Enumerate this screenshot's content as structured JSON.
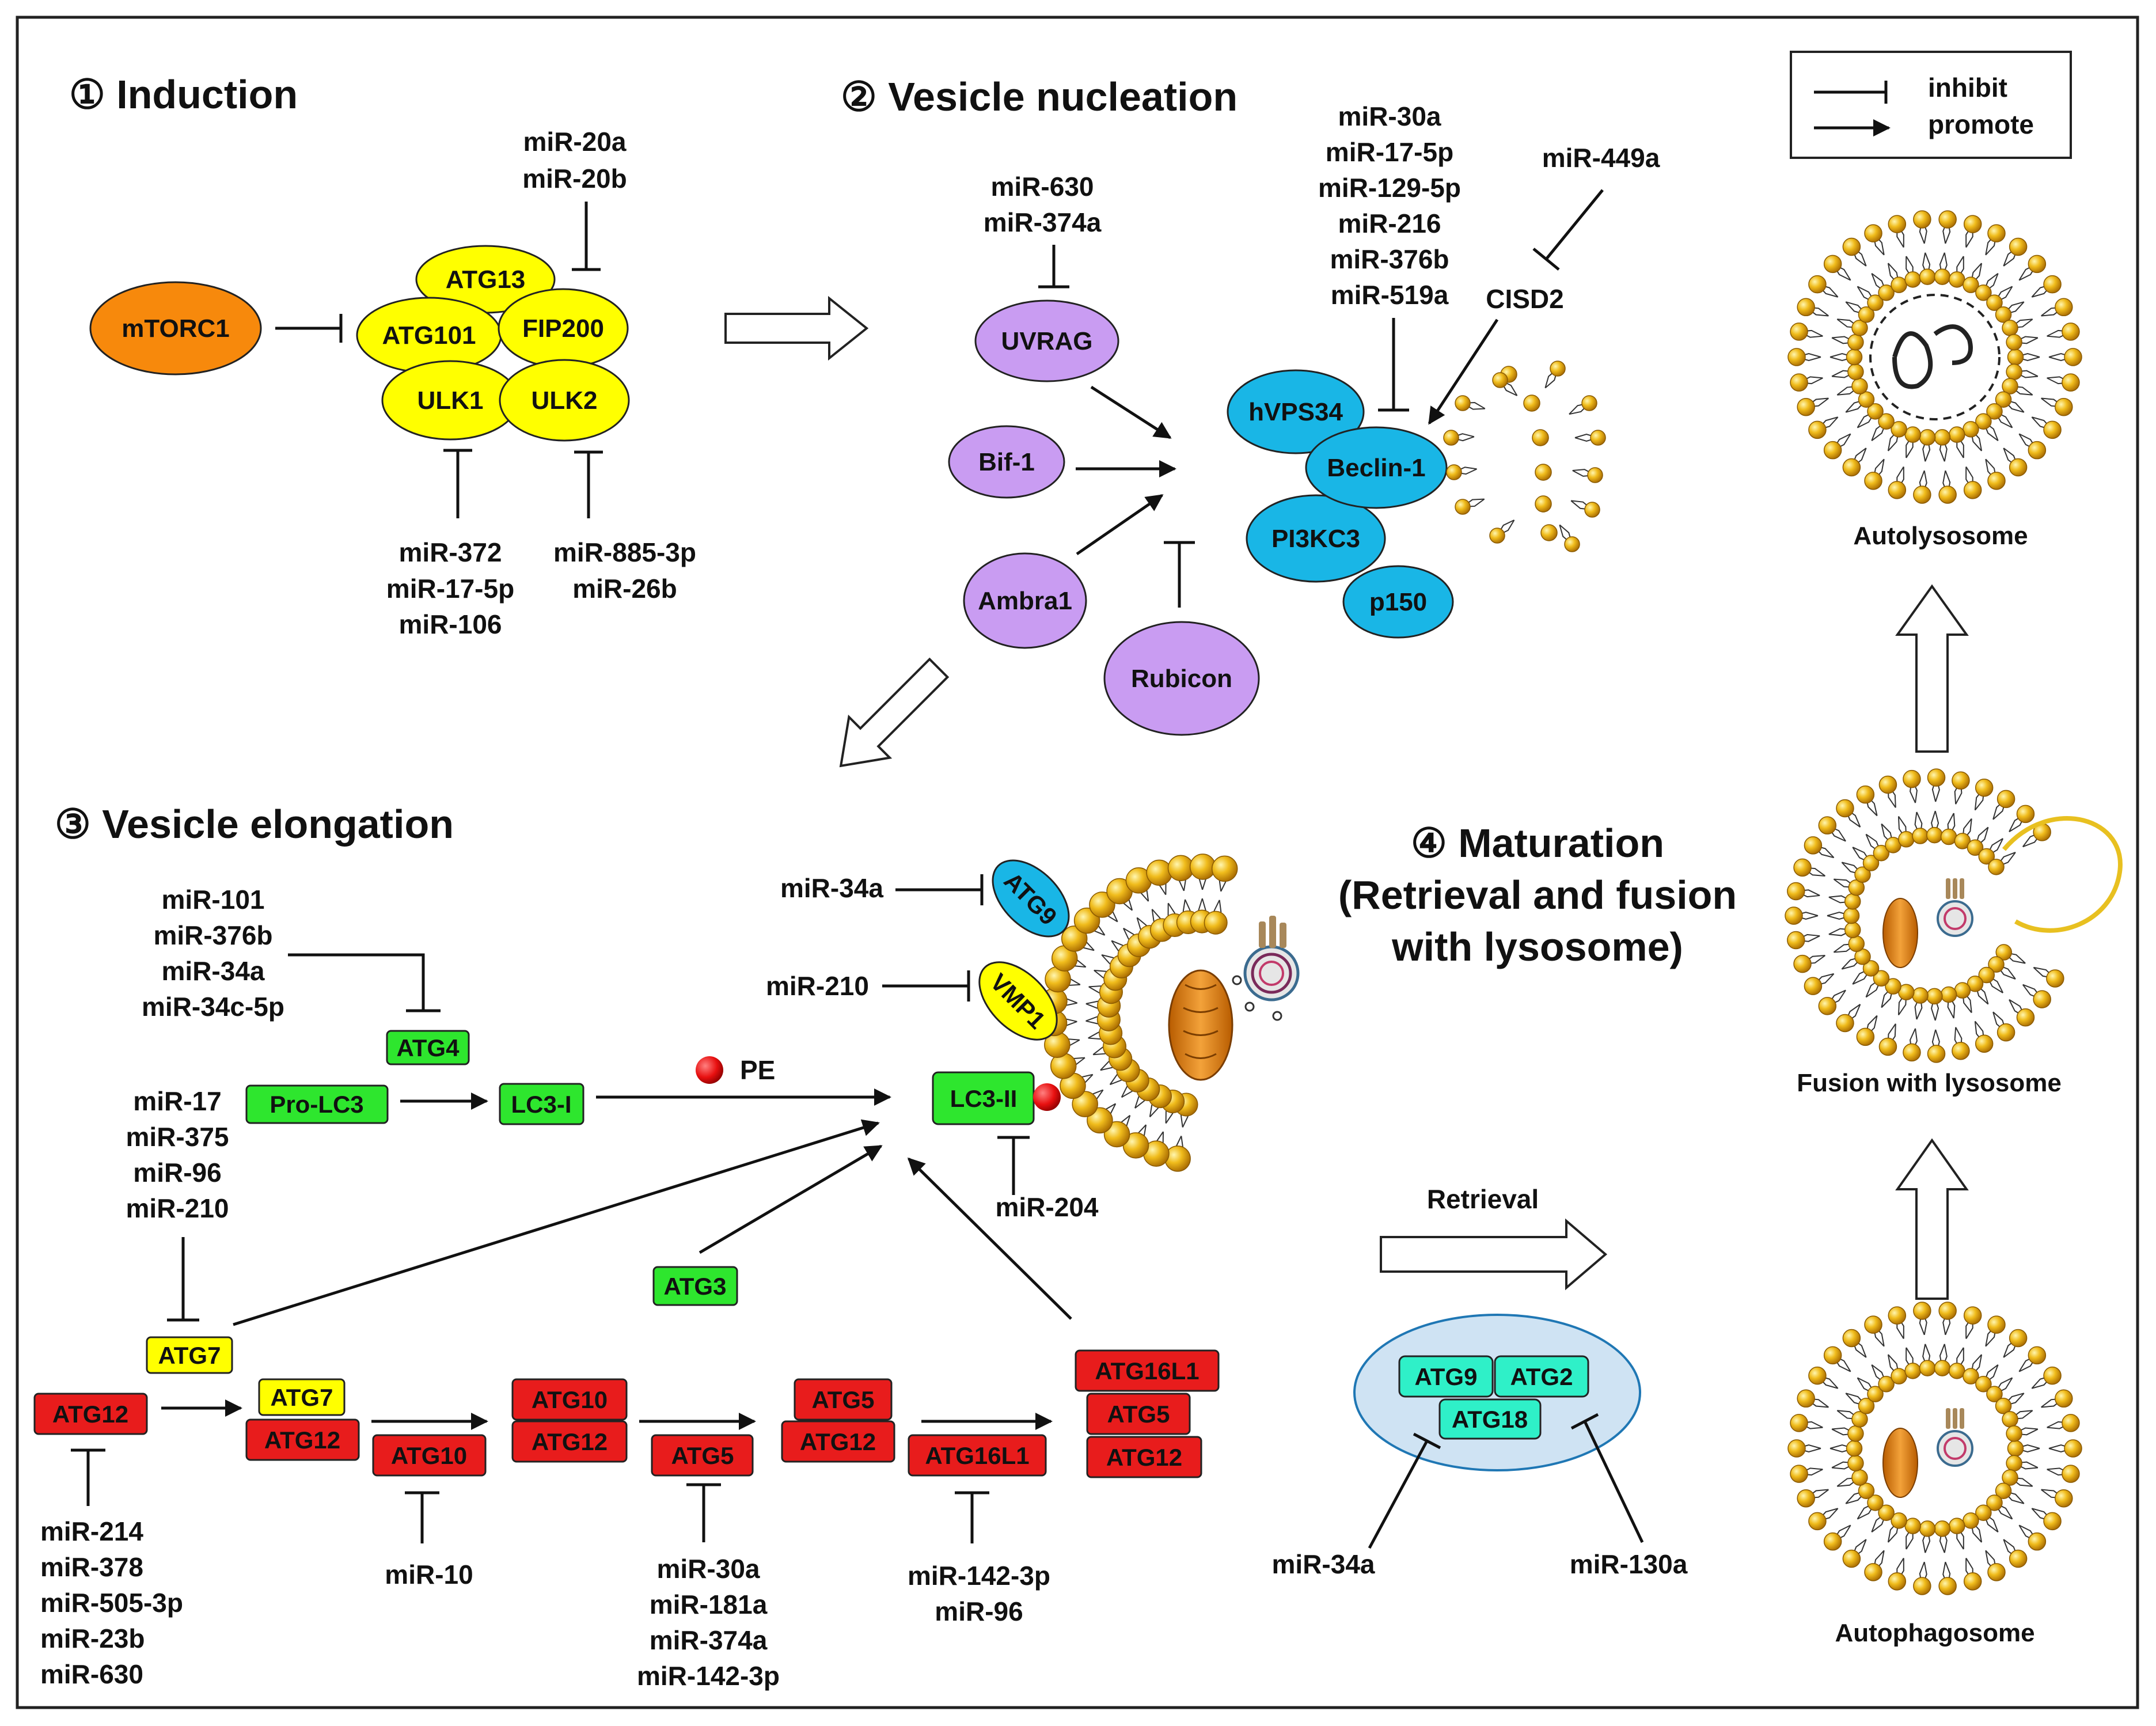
{
  "colors": {
    "orange": "#f7890c",
    "yellow": "#ffff00",
    "purple": "#c99cf2",
    "cyan": "#19b6e6",
    "green": "#2ee62e",
    "red": "#e81c1c",
    "teal": "#2ff0c8",
    "lipid_head": "#e6ae14",
    "pe": "#e81010",
    "vesicle_fill": "#cfe3f3"
  },
  "legend": {
    "inhibit": "inhibit",
    "promote": "promote"
  },
  "sections": {
    "induction": "① Induction",
    "nucleation": "② Vesicle nucleation",
    "elongation": "③ Vesicle elongation",
    "maturation": [
      "④ Maturation",
      "(Retrieval and fusion",
      "with lysosome)"
    ]
  },
  "induction": {
    "mtorc1": "mTORC1",
    "atg13": "ATG13",
    "atg101": "ATG101",
    "fip200": "FIP200",
    "ulk1": "ULK1",
    "ulk2": "ULK2",
    "mir_top": [
      "miR-20a",
      "miR-20b"
    ],
    "mir_ulk1": [
      "miR-372",
      "miR-17-5p",
      "miR-106"
    ],
    "mir_ulk2": [
      "miR-885-3p",
      "miR-26b"
    ]
  },
  "nucleation": {
    "uvrag": "UVRAG",
    "bif1": "Bif-1",
    "ambra1": "Ambra1",
    "rubicon": "Rubicon",
    "hvps34": "hVPS34",
    "beclin1": "Beclin-1",
    "pi3kc3": "PI3KC3",
    "p150": "p150",
    "cisd2": "CISD2",
    "mir_uvrag": [
      "miR-630",
      "miR-374a"
    ],
    "mir_beclin": [
      "miR-30a",
      "miR-17-5p",
      "miR-129-5p",
      "miR-216",
      "miR-376b",
      "miR-519a"
    ],
    "mir_cisd2": "miR-449a"
  },
  "elongation": {
    "atg4": "ATG4",
    "prolc3": "Pro-LC3",
    "lc3i": "LC3-I",
    "lc3ii": "LC3-II",
    "pe": "PE",
    "atg3": "ATG3",
    "atg7": "ATG7",
    "atg12": "ATG12",
    "atg10": "ATG10",
    "atg5": "ATG5",
    "atg16l1": "ATG16L1",
    "atg9": "ATG9",
    "vmp1": "VMP1",
    "mir_atg4": [
      "miR-101",
      "miR-376b",
      "miR-34a",
      "miR-34c-5p"
    ],
    "mir_atg7": [
      "miR-17",
      "miR-375",
      "miR-96",
      "miR-210"
    ],
    "mir_atg12": [
      "miR-214",
      "miR-378",
      "miR-505-3p",
      "miR-23b",
      "miR-630"
    ],
    "mir_atg10": "miR-10",
    "mir_atg5": [
      "miR-30a",
      "miR-181a",
      "miR-374a",
      "miR-142-3p"
    ],
    "mir_atg16l1": [
      "miR-142-3p",
      "miR-96"
    ],
    "mir_atg9": "miR-34a",
    "mir_vmp1": "miR-210",
    "mir_lc3ii": "miR-204"
  },
  "maturation": {
    "retrieval": "Retrieval",
    "atg9": "ATG9",
    "atg2": "ATG2",
    "atg18": "ATG18",
    "mir_left": "miR-34a",
    "mir_right": "miR-130a",
    "autolysosome": "Autolysosome",
    "fusion": "Fusion with lysosome",
    "autophagosome": "Autophagosome"
  }
}
